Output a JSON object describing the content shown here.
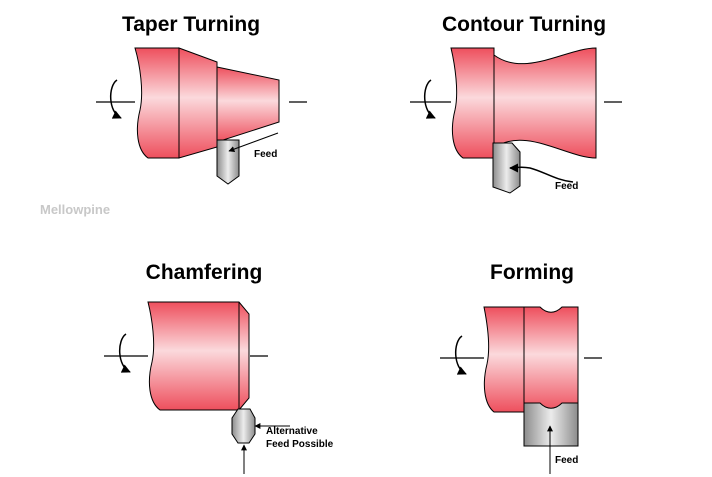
{
  "panels": [
    {
      "title": "Taper Turning",
      "feed_label": "Feed"
    },
    {
      "title": "Contour Turning",
      "feed_label": "Feed"
    },
    {
      "title": "Chamfering",
      "feed_label_line1": "Alternative",
      "feed_label_line2": "Feed Possible"
    },
    {
      "title": "Forming",
      "feed_label": "Feed"
    }
  ],
  "watermark": "Mellowpine",
  "colors": {
    "workpiece": "#ee4f5d",
    "workpiece_highlight": "#fbd9dc",
    "tool": "#8c8c8c"
  }
}
